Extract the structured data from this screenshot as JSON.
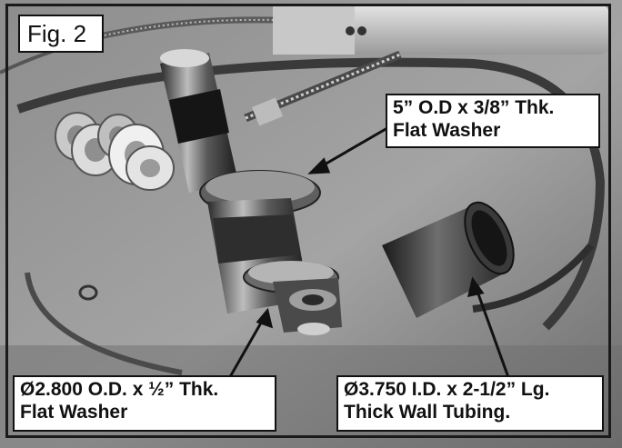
{
  "figure": {
    "label": "Fig. 2"
  },
  "callouts": {
    "flat_washer_5in": {
      "line1": "5” O.D x 3/8” Thk.",
      "line2": "Flat Washer"
    },
    "flat_washer_2800": {
      "line1": "Ø2.800 O.D. x ½” Thk.",
      "line2": "Flat Washer"
    },
    "tubing": {
      "line1": "Ø3.750 I.D. x 2-1/2” Lg.",
      "line2": "Thick Wall Tubing."
    }
  }
}
